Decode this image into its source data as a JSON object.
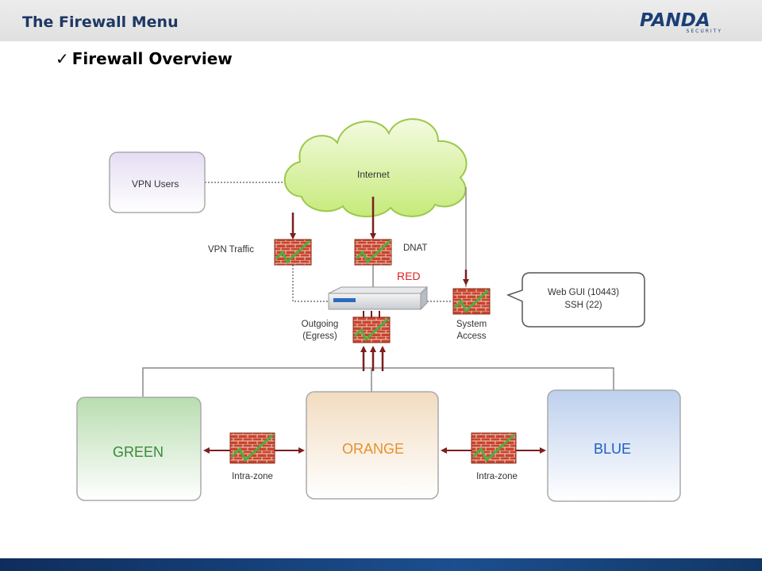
{
  "header": {
    "title": "The Firewall Menu"
  },
  "logo": {
    "word": "PANDA",
    "sub": "SECURITY"
  },
  "slide": {
    "check": "✓",
    "subtitle": "Firewall Overview"
  },
  "diagram": {
    "vpn_users": "VPN Users",
    "internet": "Internet",
    "vpn_traffic": "VPN Traffic",
    "dnat": "DNAT",
    "red": "RED",
    "web_gui": "Web GUI (10443)",
    "ssh": "SSH (22)",
    "outgoing": "Outgoing",
    "egress": "(Egress)",
    "system": "System",
    "access": "Access",
    "green": "GREEN",
    "orange": "ORANGE",
    "blue": "BLUE",
    "intra_zone_left": "Intra-zone",
    "intra_zone_right": "Intra-zone"
  },
  "colors": {
    "title": "#1f3864",
    "arrow": "#7b1f1f",
    "red_label": "#e02020",
    "green_label": "#3a8a3a",
    "orange_label": "#e8912a",
    "blue_label": "#2060c0"
  }
}
